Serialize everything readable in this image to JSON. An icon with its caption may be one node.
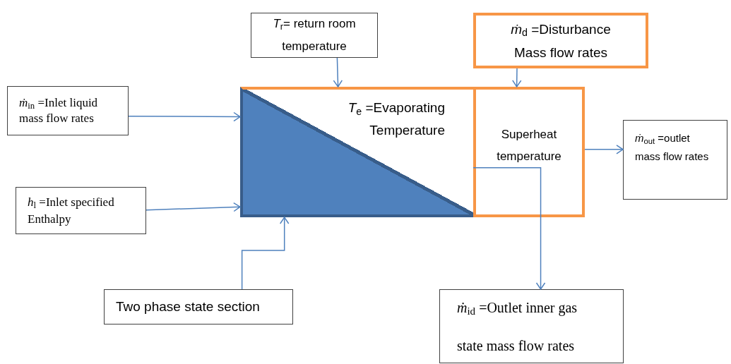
{
  "diagram": {
    "nodes": [
      {
        "text": [
          "*T*$_{r}$= return room temperature"
        ]
      },
      {
        "text": [
          "*ṁ*$_{d}$ =Disturbance Mass flow rates"
        ]
      },
      {
        "text": [
          "*ṁ*$_{in}$ =Inlet liquid mass flow rates"
        ]
      },
      {
        "text": [
          "*h*$_{l}$ =Inlet specified Enthalpy"
        ]
      },
      {
        "text": [
          "*T*$_{e}$ =Evaporating Temperature"
        ]
      },
      {
        "text": [
          "Superheat temperature"
        ]
      },
      {
        "text": [
          "Two phase state section"
        ]
      },
      {
        "text": [
          "*ṁ*$_{out}$ =outlet mass flow rates"
        ]
      },
      {
        "text": [
          "*ṁ*$_{id}$ =Outlet inner gas state mass flow rates"
        ]
      }
    ],
    "edges": [
      {
        "from": 0,
        "to": 4,
        "arrow": "to"
      },
      {
        "from": 1,
        "to": 5,
        "arrow": "to"
      },
      {
        "from": 2,
        "to": 4,
        "arrow": "to"
      },
      {
        "from": 3,
        "to": 4,
        "arrow": "to"
      },
      {
        "from": 6,
        "to": 4,
        "arrow": "to"
      },
      {
        "from": 5,
        "to": 7,
        "arrow": "to"
      },
      {
        "from": 5,
        "to": 8,
        "arrow": "to"
      }
    ]
  }
}
